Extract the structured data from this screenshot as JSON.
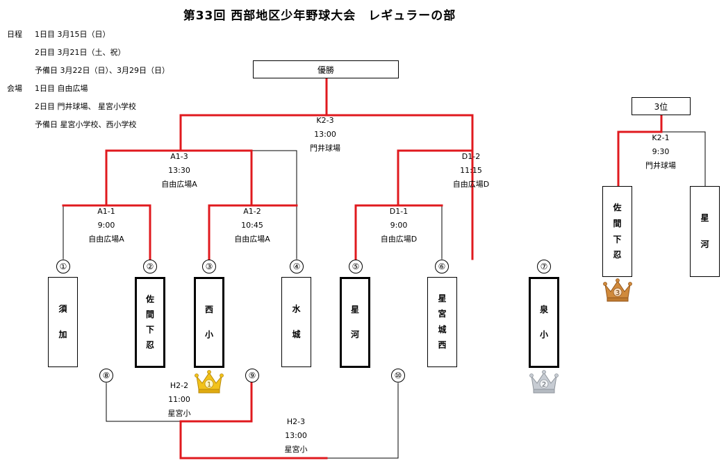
{
  "title": "第33回 西部地区少年野球大会　レギュラーの部",
  "schedule": {
    "label_days": "日程",
    "day1": "1日目 3月15日（日）",
    "day2": "2日目 3月21日（土、祝）",
    "reserve": "予備日 3月22日（日）、3月29日（日）",
    "label_venue": "会場",
    "venue1": "1日目 自由広場",
    "venue2": "2日目 門井球場、 星宮小学校",
    "venue_reserve": "予備日 星宮小学校、西小学校"
  },
  "boxes": {
    "champion": "優勝",
    "third": "3位"
  },
  "teams": [
    {
      "num": "①",
      "name": [
        "須",
        "加"
      ],
      "winner": false
    },
    {
      "num": "②",
      "name": [
        "佐",
        "間",
        "下",
        "忍"
      ],
      "winner": true
    },
    {
      "num": "③",
      "name": [
        "西",
        "小"
      ],
      "winner": true
    },
    {
      "num": "④",
      "name": [
        "水",
        "城"
      ],
      "winner": false
    },
    {
      "num": "⑤",
      "name": [
        "星",
        "河"
      ],
      "winner": true
    },
    {
      "num": "⑥",
      "name": [
        "星",
        "宮",
        "城",
        "西"
      ],
      "winner": false
    },
    {
      "num": "⑦",
      "name": [
        "泉",
        "小"
      ],
      "winner": true
    }
  ],
  "third_teams": [
    {
      "name": [
        "佐",
        "間",
        "下",
        "忍"
      ]
    },
    {
      "name": [
        "星",
        "河"
      ]
    }
  ],
  "lower_nums": [
    "⑧",
    "⑨",
    "⑩"
  ],
  "matches": {
    "a11": {
      "code": "A1-1",
      "time": "9:00",
      "place": "自由広場A"
    },
    "a12": {
      "code": "A1-2",
      "time": "10:45",
      "place": "自由広場A"
    },
    "d11": {
      "code": "D1-1",
      "time": "9:00",
      "place": "自由広場D"
    },
    "a13": {
      "code": "A1-3",
      "time": "13:30",
      "place": "自由広場A"
    },
    "d12": {
      "code": "D1-2",
      "time": "11:15",
      "place": "自由広場D"
    },
    "k23": {
      "code": "K2-3",
      "time": "13:00",
      "place": "門井球場"
    },
    "k21": {
      "code": "K2-1",
      "time": "9:30",
      "place": "門井球場"
    },
    "h22": {
      "code": "H2-2",
      "time": "11:00",
      "place": "星宮小"
    },
    "h23": {
      "code": "H2-3",
      "time": "13:00",
      "place": "星宮小"
    }
  },
  "crowns": [
    {
      "rank": "1",
      "color": "#f2c21b"
    },
    {
      "rank": "2",
      "color": "#c7ccd3"
    },
    {
      "rank": "3",
      "color": "#d08a3c"
    }
  ],
  "colors": {
    "win_line": "#e0191e",
    "line": "#000000"
  }
}
